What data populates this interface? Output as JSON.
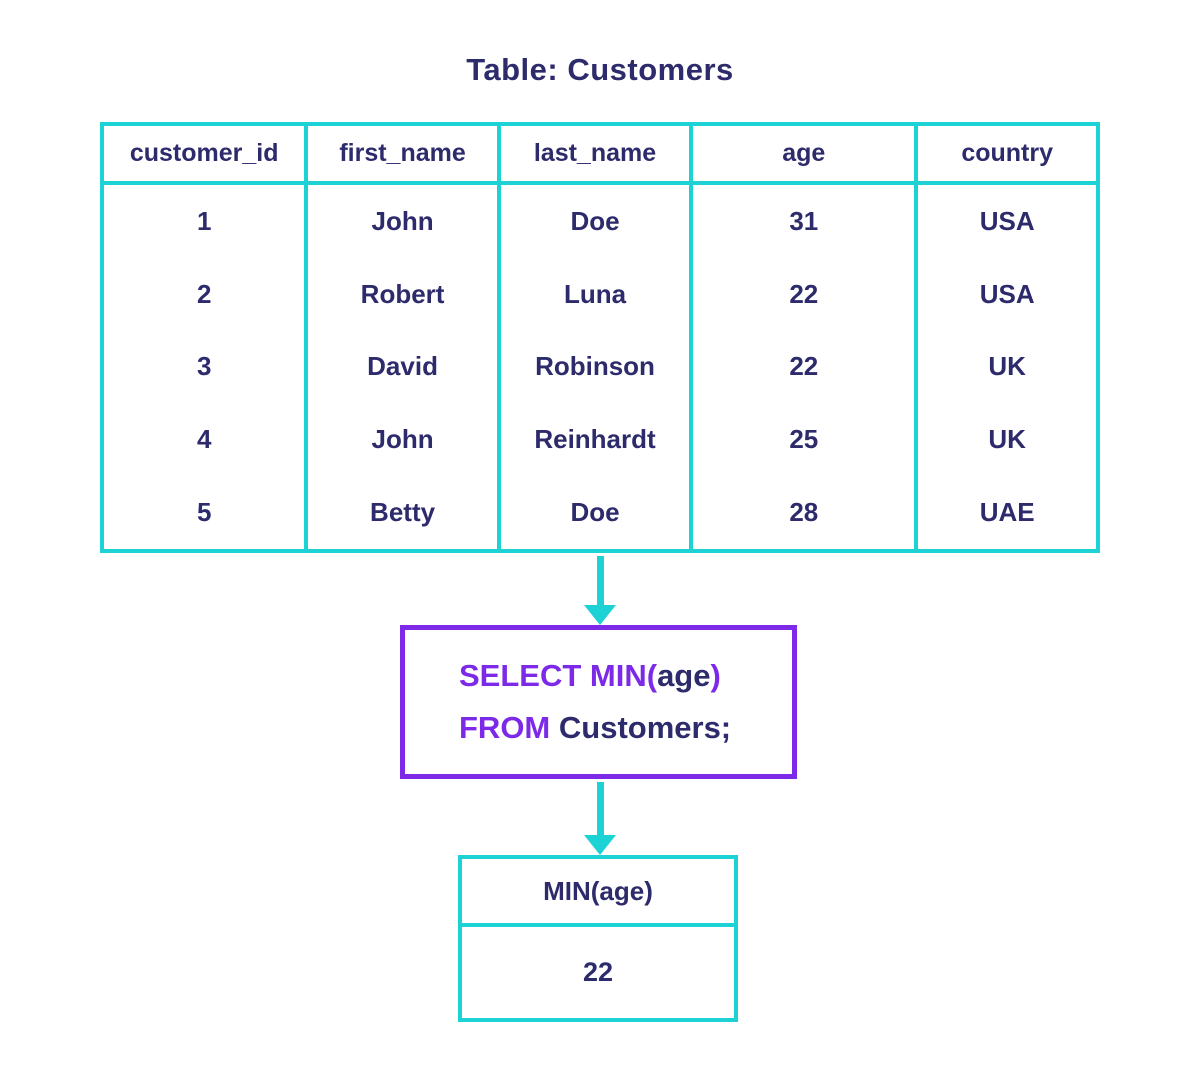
{
  "title": "Table: Customers",
  "colors": {
    "cyan": "#1cd2d4",
    "purple": "#7d2ae8",
    "navy": "#2d2b6b",
    "background": "#ffffff"
  },
  "table": {
    "columns": [
      "customer_id",
      "first_name",
      "last_name",
      "age",
      "country"
    ],
    "rows": [
      [
        "1",
        "John",
        "Doe",
        "31",
        "USA"
      ],
      [
        "2",
        "Robert",
        "Luna",
        "22",
        "USA"
      ],
      [
        "3",
        "David",
        "Robinson",
        "22",
        "UK"
      ],
      [
        "4",
        "John",
        "Reinhardt",
        "25",
        "UK"
      ],
      [
        "5",
        "Betty",
        "Doe",
        "28",
        "UAE"
      ]
    ]
  },
  "query": {
    "line1": [
      {
        "text": "SELECT MIN(",
        "role": "keyword"
      },
      {
        "text": "age",
        "role": "identifier"
      },
      {
        "text": ")",
        "role": "keyword"
      }
    ],
    "line2": [
      {
        "text": "FROM ",
        "role": "keyword"
      },
      {
        "text": "Customers;",
        "role": "identifier"
      }
    ]
  },
  "result": {
    "header": "MIN(age)",
    "value": "22"
  }
}
